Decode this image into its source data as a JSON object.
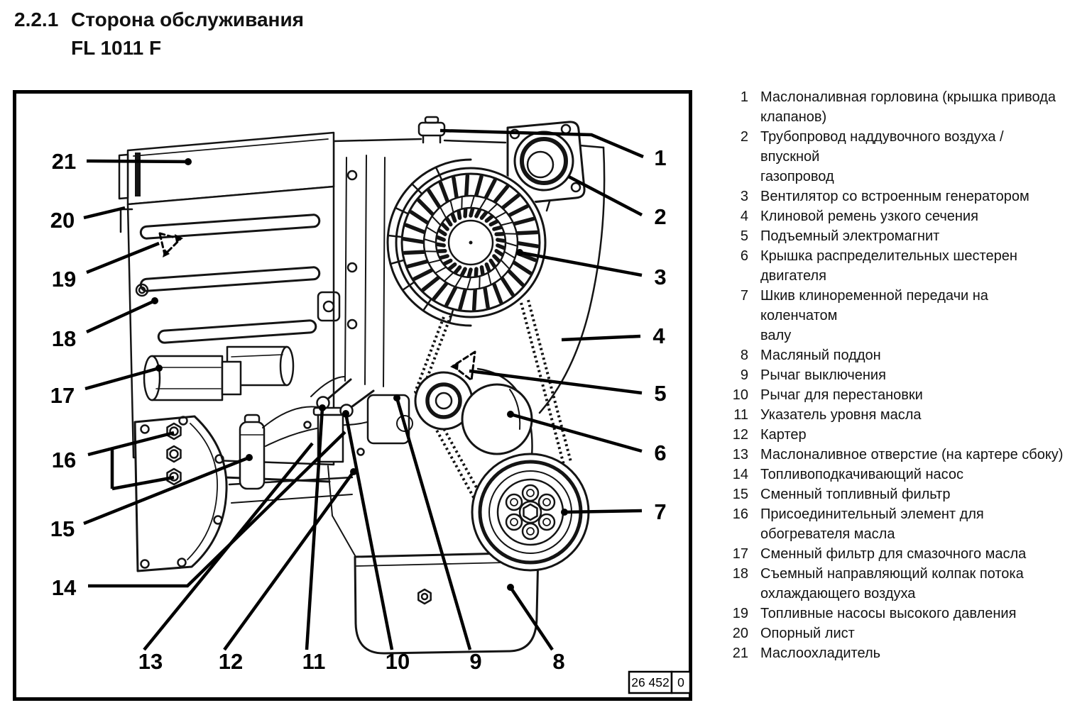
{
  "page": {
    "section_number": "2.2.1",
    "title_line1": "Сторона обслуживания",
    "title_line2": "FL 1011 F"
  },
  "figure": {
    "code": "26 452",
    "revision": "0",
    "callouts": [
      "1",
      "2",
      "3",
      "4",
      "5",
      "6",
      "7",
      "8",
      "9",
      "10",
      "11",
      "12",
      "13",
      "14",
      "15",
      "16",
      "17",
      "18",
      "19",
      "20",
      "21"
    ]
  },
  "legend": {
    "items": [
      {
        "num": "1",
        "text": "Маслоналивная горловина (крышка привода\nклапанов)"
      },
      {
        "num": "2",
        "text": "Трубопровод наддувочного воздуха / впускной\nгазопровод"
      },
      {
        "num": "3",
        "text": "Вентилятор со встроенным генератором"
      },
      {
        "num": "4",
        "text": "Клиновой ремень узкого сечения"
      },
      {
        "num": "5",
        "text": "Подъемный электромагнит"
      },
      {
        "num": "6",
        "text": "Крышка распределительных шестерен\nдвигателя"
      },
      {
        "num": "7",
        "text": "Шкив клиноременной передачи на коленчатом\nвалу"
      },
      {
        "num": "8",
        "text": "Масляный поддон"
      },
      {
        "num": "9",
        "text": "Рычаг выключения"
      },
      {
        "num": "10",
        "text": "Рычаг для перестановки"
      },
      {
        "num": "11",
        "text": "Указатель уровня масла"
      },
      {
        "num": "12",
        "text": "Картер"
      },
      {
        "num": "13",
        "text": "Маслоналивное отверстие (на картере сбоку)"
      },
      {
        "num": "14",
        "text": "Топливоподкачивающий насос"
      },
      {
        "num": "15",
        "text": "Сменный топливный фильтр"
      },
      {
        "num": "16",
        "text": "Присоединительный элемент для\nобогревателя масла"
      },
      {
        "num": "17",
        "text": "Сменный фильтр для смазочного масла"
      },
      {
        "num": "18",
        "text": "Съемный направляющий колпак потока\nохлаждающего воздуха"
      },
      {
        "num": "19",
        "text": "Топливные насосы высокого давления"
      },
      {
        "num": "20",
        "text": "Опорный лист"
      },
      {
        "num": "21",
        "text": "Маслоохладитель"
      }
    ]
  }
}
